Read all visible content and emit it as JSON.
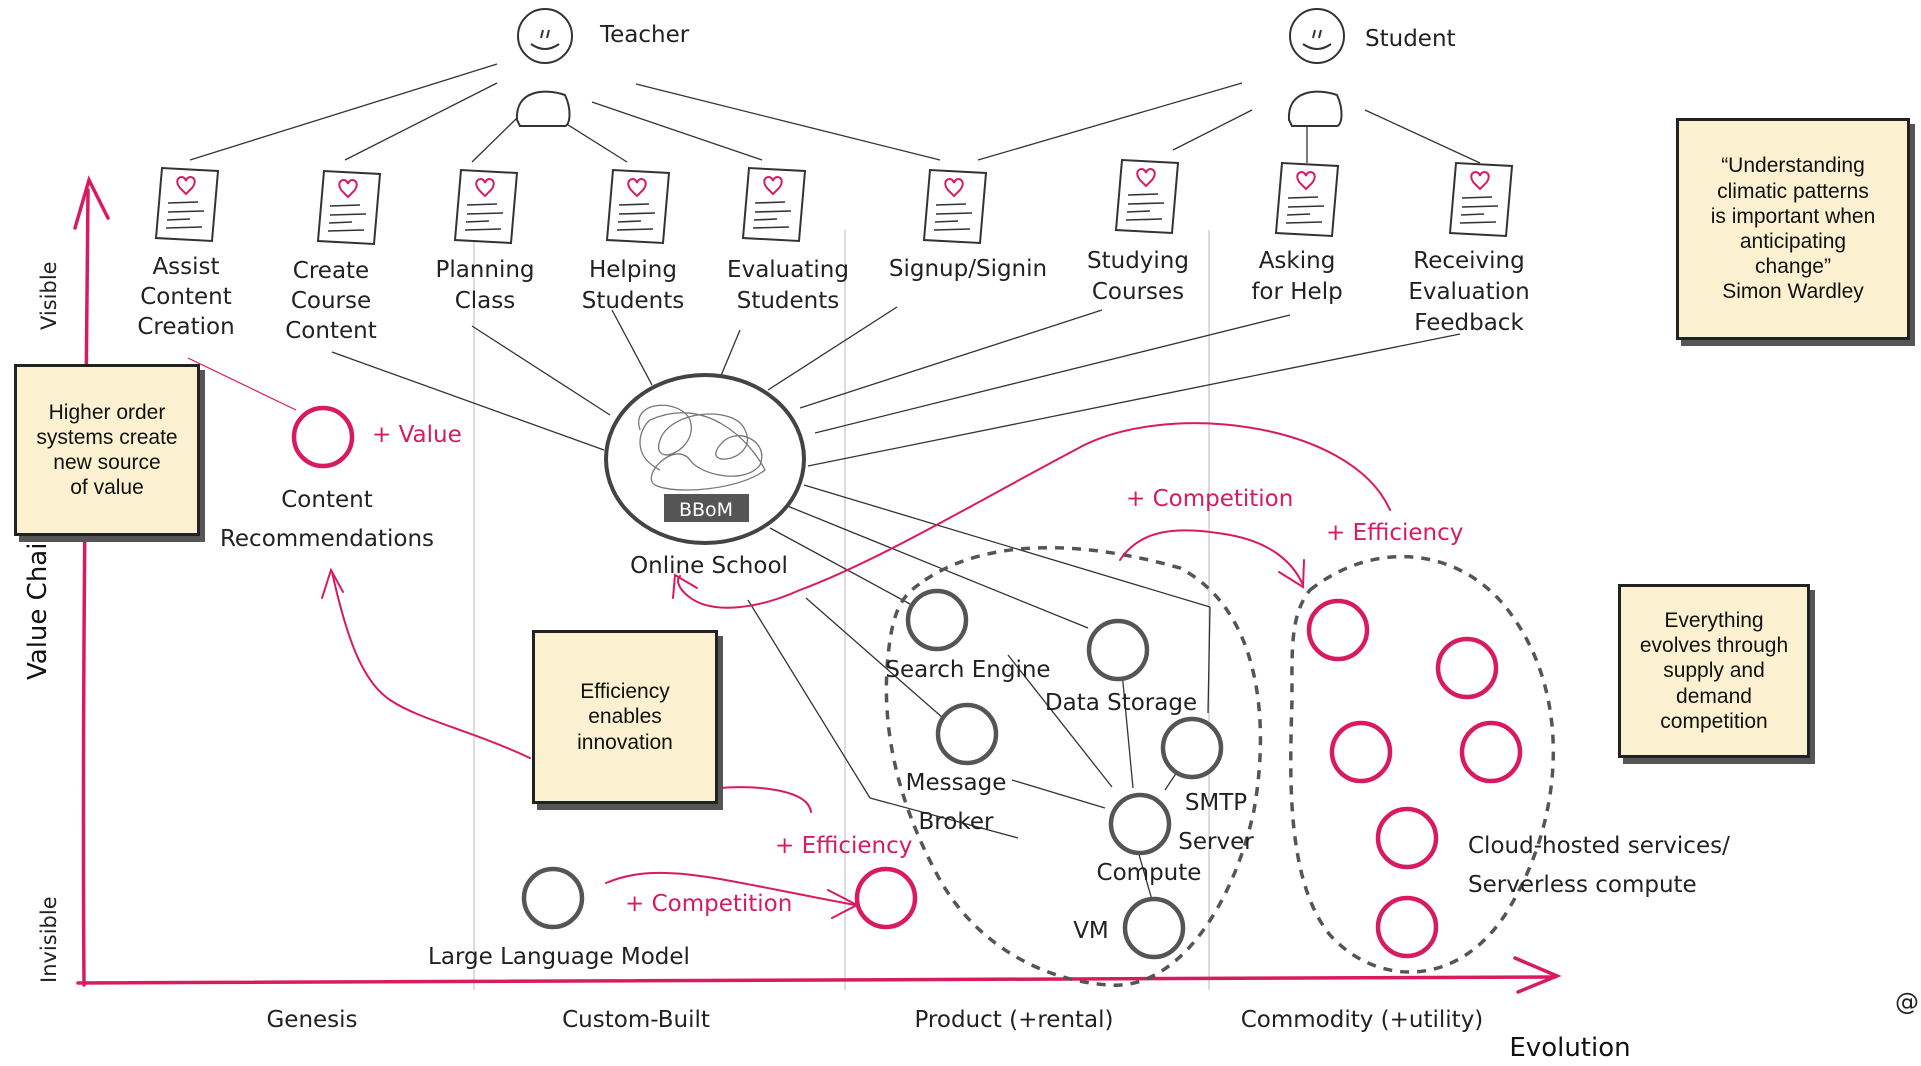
{
  "actors": {
    "teacher": "Teacher",
    "student": "Student"
  },
  "needs": [
    "Assist\nContent\nCreation",
    "Create\nCourse\nContent",
    "Planning\nClass",
    "Helping\nStudents",
    "Evaluating\nStudents",
    "Signup/Signin",
    "Studying\nCourses",
    "Asking\nfor Help",
    "Receiving\nEvaluation\nFeedback"
  ],
  "core": {
    "label": "Online School",
    "badge": "BBoM"
  },
  "components": {
    "content_recommendations": "Content\nRecommendations",
    "search_engine": "Search Engine",
    "data_storage": "Data Storage",
    "message_broker": "Message\nBroker",
    "smtp_server": "SMTP\nServer",
    "compute": "Compute",
    "vm": "VM",
    "llm": "Large Language Model",
    "cloud_services": "Cloud-hosted services/\nServerless compute"
  },
  "annotations": {
    "value": "+ Value",
    "competition_1": "+ Competition",
    "efficiency_1": "+ Efficiency",
    "efficiency_2": "+ Efficiency",
    "competition_2": "+ Competition"
  },
  "notes": {
    "higher_order": "Higher order\nsystems create\nnew source\nof value",
    "efficiency": "Efficiency\nenables\ninnovation",
    "wardley_quote": "“Understanding\nclimatic patterns\nis important when\nanticipating\nchange”\nSimon Wardley",
    "evolves": "Everything\nevolves through\nsupply and\ndemand\ncompetition"
  },
  "axes": {
    "y_title": "Value Chai",
    "y_top": "Visible",
    "y_bottom": "Invisible",
    "x_title": "Evolution",
    "stages": [
      "Genesis",
      "Custom-Built",
      "Product (+rental)",
      "Commodity (+utility)"
    ]
  },
  "credit": "@",
  "colors": {
    "accent": "#d81b60",
    "ink": "#222222",
    "note_fill": "#fbf0cf"
  }
}
